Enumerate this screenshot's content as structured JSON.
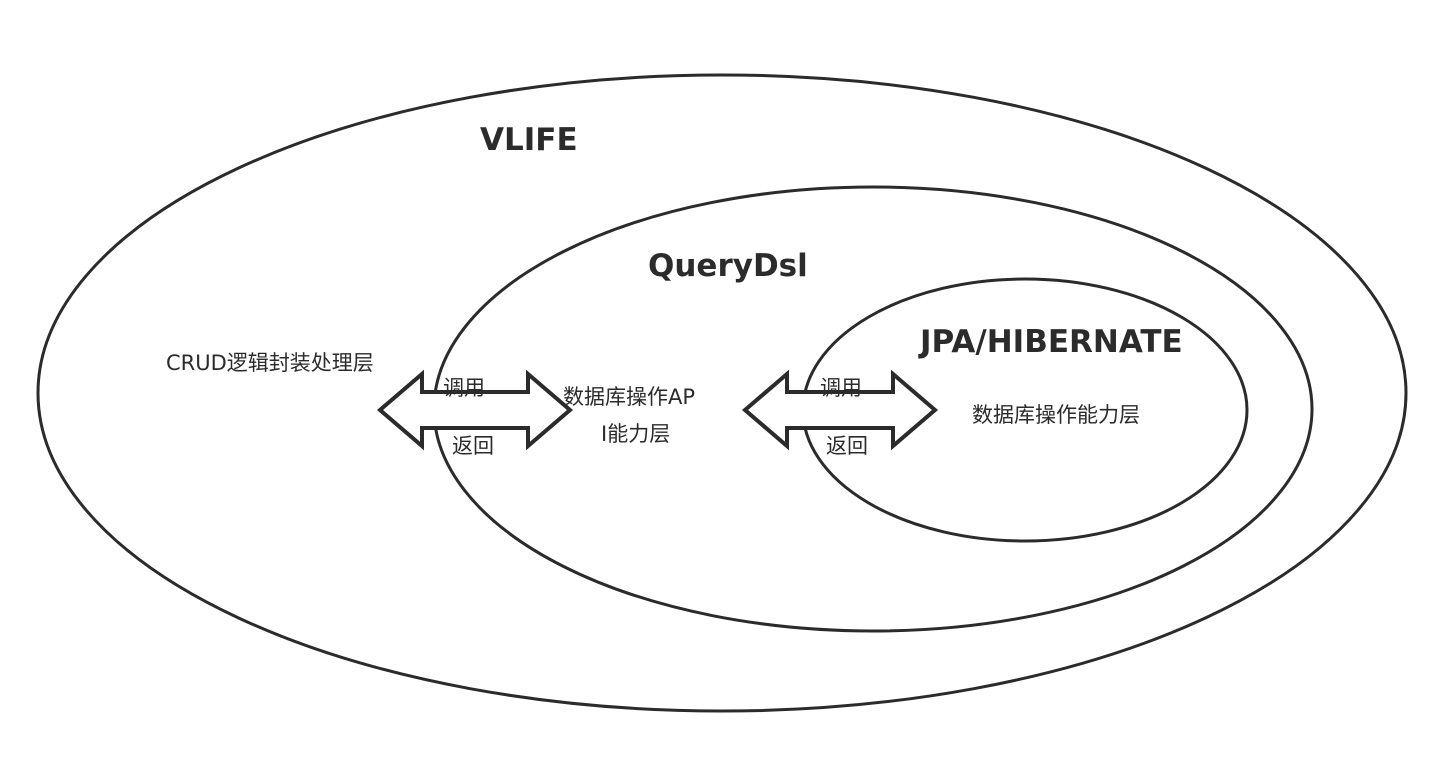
{
  "layers": {
    "outer": {
      "title": "VLIFE",
      "description": "CRUD逻辑封装处理层"
    },
    "middle": {
      "title": "QueryDsl",
      "description_line1": "数据库操作AP",
      "description_line2": "I能力层"
    },
    "inner": {
      "title": "JPA/HIBERNATE",
      "description": "数据库操作能力层"
    }
  },
  "arrows": [
    {
      "call_label": "调用",
      "return_label": "返回"
    },
    {
      "call_label": "调用",
      "return_label": "返回"
    }
  ],
  "colors": {
    "stroke": "#2b2b2b",
    "background": "#ffffff"
  }
}
